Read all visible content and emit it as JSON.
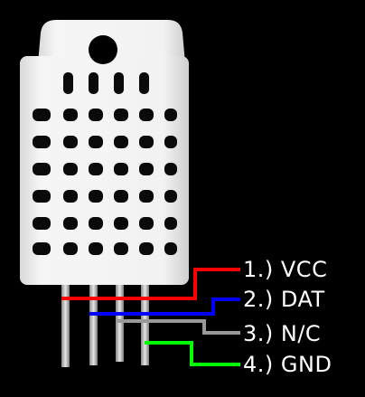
{
  "pins": [
    {
      "label": "1.) VCC",
      "color": "#ff0000"
    },
    {
      "label": "2.) DAT",
      "color": "#0000ff"
    },
    {
      "label": "3.) N/C",
      "color": "#999999"
    },
    {
      "label": "4.) GND",
      "color": "#00ff00"
    }
  ],
  "colors": {
    "background": "#000000",
    "sensor_body": "#f2f2f2",
    "vent_slot": "#0a0a0a",
    "pin_metal": "#cfcfcf",
    "label_text": "#ffffff"
  }
}
